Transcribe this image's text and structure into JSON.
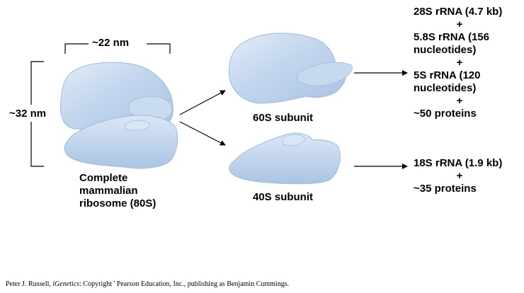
{
  "labels": {
    "width": "~22 nm",
    "height": "~32 nm",
    "complete": [
      "Complete",
      "mammalian",
      "ribosome (80S)"
    ],
    "large_subunit": "60S subunit",
    "small_subunit": "40S subunit"
  },
  "large_subunit_components": [
    "28S rRNA (4.7 kb)",
    "+",
    "5.8S rRNA (156",
    "nucleotides)",
    "+",
    "5S rRNA (120",
    "nucleotides)",
    "+",
    "~50 proteins"
  ],
  "small_subunit_components": [
    "18S rRNA (1.9 kb)",
    "+",
    "~35 proteins"
  ],
  "credit": {
    "author": "Peter J. Russell, ",
    "book": "iGenetics",
    "rest": ": Copyright ' Pearson Education, Inc., publishing as Benjamin Cummings."
  },
  "colors": {
    "subunit_fill": "#bcd2ec",
    "subunit_highlight": "#e6eef9",
    "subunit_shadow": "#9fb9dc"
  }
}
